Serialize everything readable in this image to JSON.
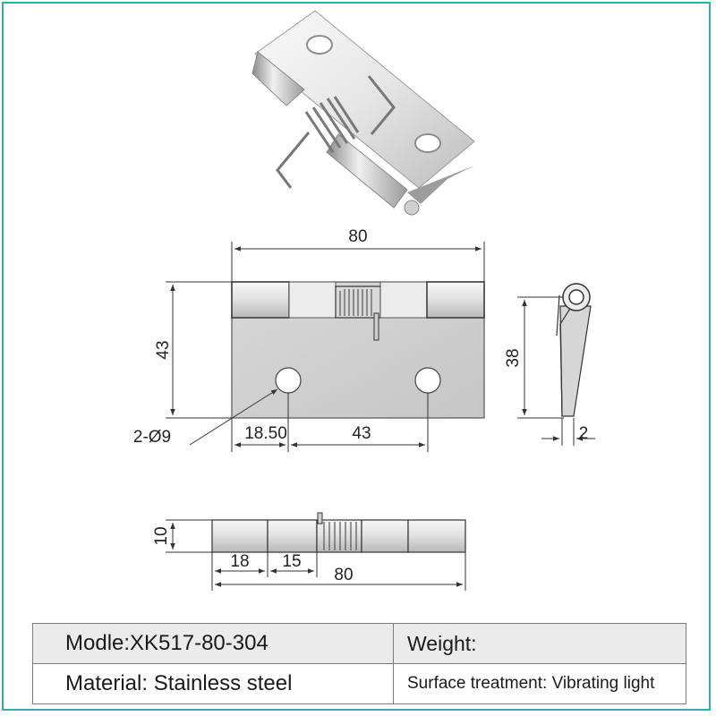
{
  "dimensions": {
    "top_width": "80",
    "height_front": "43",
    "hole_label": "2-Ø9",
    "hole_offset": "18.50",
    "hole_spacing": "43",
    "side_height": "38",
    "side_thickness": "2",
    "knuckle_diameter": "10",
    "knuckle_length_a": "18",
    "knuckle_length_b": "15",
    "bottom_width": "80"
  },
  "specs": {
    "model": "Modle:XK517-80-304",
    "weight": "Weight:",
    "material": "Material: Stainless steel",
    "surface": "Surface treatment: Vibrating light"
  },
  "colors": {
    "border": "#2fb0a5",
    "header_row": "#ebebeb",
    "steel": "#d4d4d4"
  }
}
